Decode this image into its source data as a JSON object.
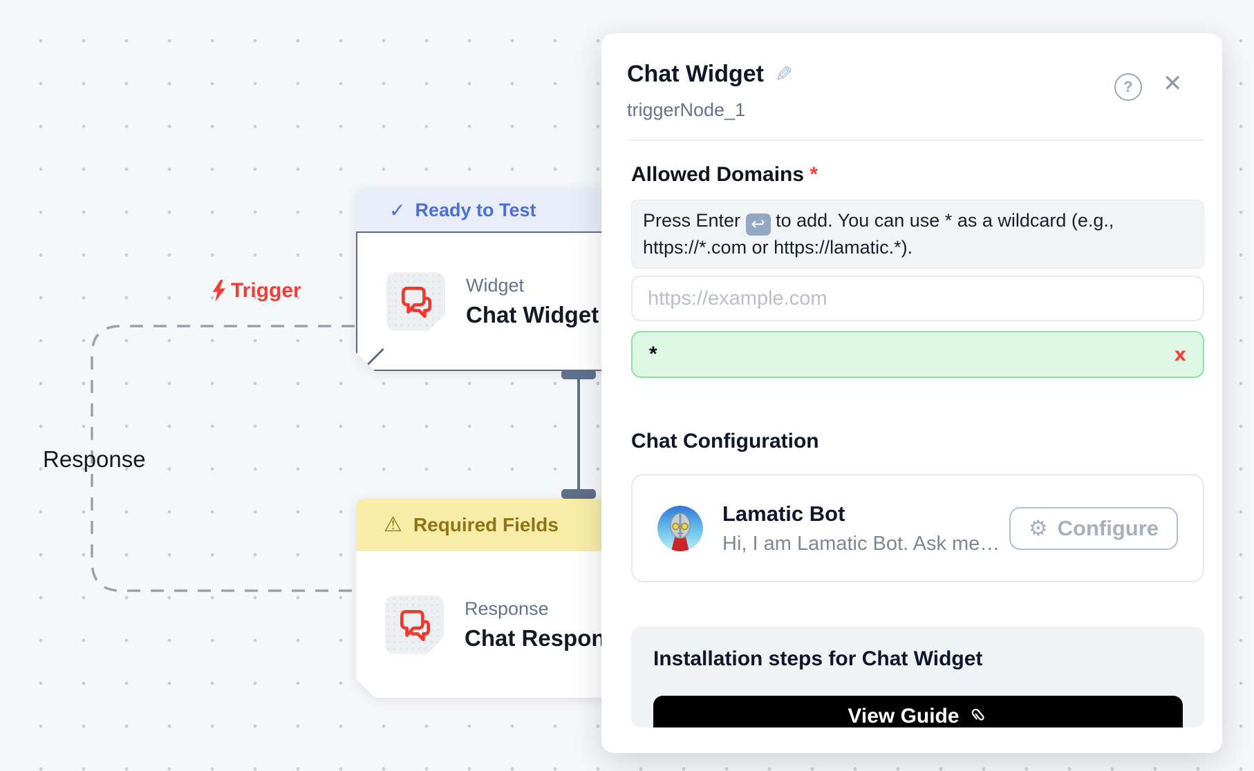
{
  "canvas": {
    "edge_labels": {
      "trigger": "Trigger",
      "response": "Response"
    },
    "nodes": [
      {
        "status": "Ready to Test",
        "category": "Widget",
        "title": "Chat Widget"
      },
      {
        "status": "Required Fields",
        "category": "Response",
        "title": "Chat Response"
      }
    ]
  },
  "panel": {
    "title": "Chat Widget",
    "node_id": "triggerNode_1",
    "allowed_domains": {
      "label": "Allowed Domains",
      "required_marker": "*",
      "hint_part1": "Press Enter",
      "hint_key": "↩",
      "hint_part2": "to add. You can use * as a wildcard (e.g., https://*.com or https://lamatic.*).",
      "input_placeholder": "https://example.com",
      "tag_value": "*",
      "tag_remove": "x"
    },
    "chat_configuration": {
      "heading": "Chat Configuration",
      "bot_name": "Lamatic Bot",
      "bot_description": "Hi, I am Lamatic Bot. Ask me…",
      "configure_label": "Configure"
    },
    "installation": {
      "heading": "Installation steps for Chat Widget",
      "button_label": "View Guide"
    },
    "help_glyph": "?",
    "close_glyph": "✕"
  },
  "glyphs": {
    "check": "✓",
    "warning": "⚠",
    "pencil": "✎",
    "gear": "⚙",
    "tag_close": "x"
  },
  "colors": {
    "canvas_bg": "#f6f7f9",
    "node_border": "#5d6b85",
    "ready_badge_bg": "#e8edf9",
    "ready_badge_text": "#4a70d4",
    "warn_badge_bg": "#f7eda9",
    "warn_badge_text": "#8f7413",
    "trigger_red": "#f23d38",
    "tag_green_bg": "#def7e4",
    "tag_green_border": "#90e0a6",
    "accent_black_button": "#000000"
  }
}
